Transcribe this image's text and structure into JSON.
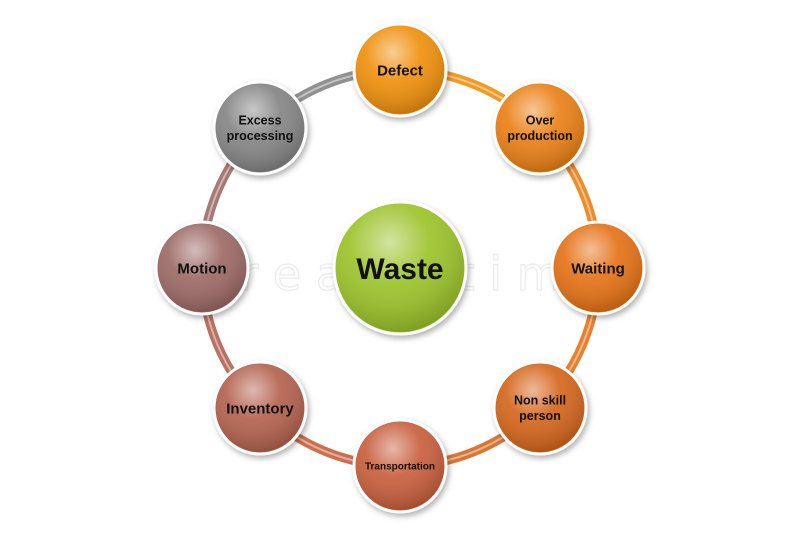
{
  "center": {
    "label": "Waste",
    "color": "#9cc32a"
  },
  "ring_color": "#e7892a",
  "nodes": [
    {
      "label": "Defect",
      "color": "#f0900f"
    },
    {
      "label": "Over production",
      "color": "#ea8013"
    },
    {
      "label": "Waiting",
      "color": "#e57218"
    },
    {
      "label": "Non skill person",
      "color": "#d5661f"
    },
    {
      "label": "Transportation",
      "color": "#c85f3c"
    },
    {
      "label": "Inventory",
      "color": "#b46250"
    },
    {
      "label": "Motion",
      "color": "#9c6a66"
    },
    {
      "label": "Excess processing",
      "color": "#858585"
    }
  ]
}
